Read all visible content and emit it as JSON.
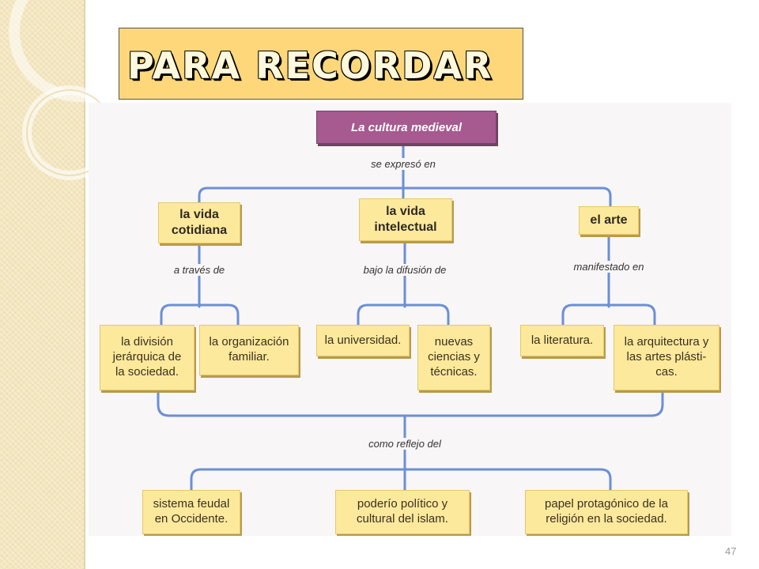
{
  "title": "Para recordar",
  "page_number": "47",
  "diagram": {
    "root": "La cultura medieval",
    "links": {
      "root_to_level1": "se expresó en",
      "vida_cotidiana_to_children": "a través de",
      "vida_intelectual_to_children": "bajo la difusión de",
      "arte_to_children": "manifestado en",
      "level2_to_level3": "como reflejo del"
    },
    "level1": {
      "vida_cotidiana": "la vida\ncotidiana",
      "vida_intelectual": "la vida\nintelectual",
      "arte": "el arte"
    },
    "level2": {
      "division_jerarquica": "la división\njerárquica de\nla sociedad.",
      "organizacion_familiar": "la organización\nfamiliar.",
      "universidad": "la universidad.",
      "ciencias_tecnicas": "nuevas\nciencias y\ntécnicas.",
      "literatura": "la literatura.",
      "arquitectura_artes": "la arquitectura y\nlas artes plásti-\ncas."
    },
    "level3": {
      "sistema_feudal": "sistema feudal\nen Occidente.",
      "poderio_islam": "poderío político y\ncultural del islam.",
      "papel_religion": "papel protagónico de la\nreligión en la sociedad."
    }
  },
  "colors": {
    "box_fill": "#fde99c",
    "root_fill": "#a65a8f",
    "line": "#6b8fd6",
    "title_bg": "#fdd77a"
  }
}
